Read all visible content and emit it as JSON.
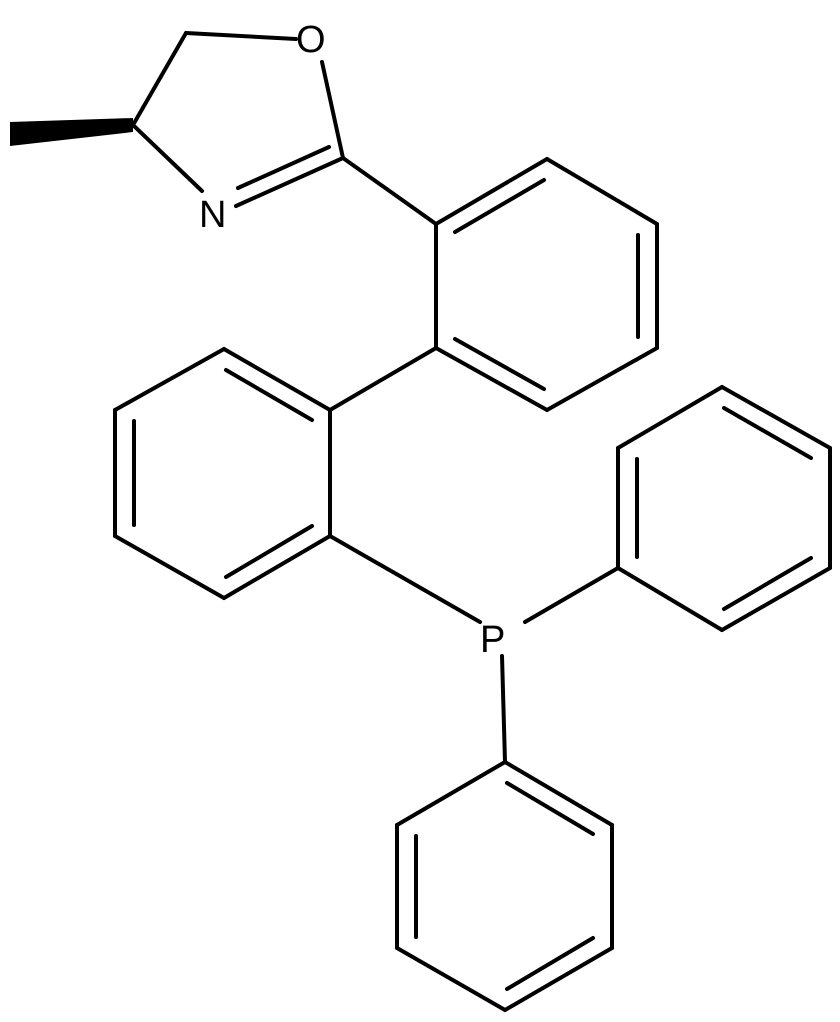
{
  "molecule": {
    "atoms": {
      "oxygen": "O",
      "nitrogen": "N",
      "phosphorus": "P"
    }
  },
  "colors": {
    "bond": "#000000",
    "background": "#ffffff"
  }
}
